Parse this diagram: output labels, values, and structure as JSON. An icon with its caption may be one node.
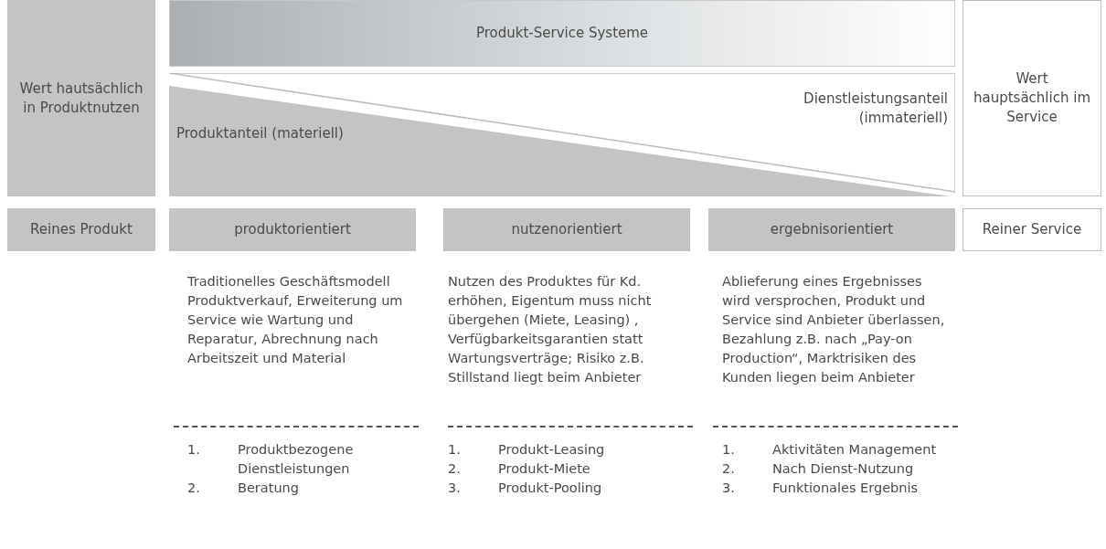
{
  "diagram": {
    "nodes": [
      {
        "text": [
          "Wert hautsächlich in Produktnutzen"
        ]
      },
      {
        "text": [
          "Produkt-Service Systeme"
        ]
      },
      {
        "text": [
          "Produktanteil (materiell)"
        ]
      },
      {
        "text": [
          "Dienstleistungsanteil (immateriell)"
        ]
      },
      {
        "text": [
          "Wert hauptsächlich im Service"
        ]
      },
      {
        "text": [
          "Reines Produkt"
        ]
      },
      {
        "text": [
          "produktorientiert"
        ]
      },
      {
        "text": [
          "nutzenorientiert"
        ]
      },
      {
        "text": [
          "ergebnisorientiert"
        ]
      },
      {
        "text": [
          "Reiner Service"
        ]
      }
    ],
    "edges": [],
    "labels": [
      "Traditionelles Geschäftsmodell Produktverkauf, Erweiterung um Service wie Wartung und Reparatur, Abrechnung nach Arbeitszeit und Material",
      "1.",
      "Produktbezogene Dienstleistungen",
      "2.",
      "Beratung",
      "Nutzen des Produktes für Kd. erhöhen, Eigentum muss nicht übergehen (Miete, Leasing) , Verfügbarkeitsgarantien statt Wartungsverträge; Risiko z.B. Stillstand liegt beim Anbieter",
      "1.",
      "Produkt-Leasing",
      "2.",
      "Produkt-Miete",
      "3.",
      "Produkt-Pooling",
      "Ablieferung eines Ergebnisses wird versprochen, Produkt und Service sind Anbieter überlassen, Bezahlung z.B. nach „Pay-on Production“, Marktrisiken des Kunden liegen beim Anbieter",
      "1.",
      "Aktivitäten Management",
      "2.",
      "Nach Dienst-Nutzung",
      "3.",
      "Funktionales Ergebnis"
    ]
  }
}
